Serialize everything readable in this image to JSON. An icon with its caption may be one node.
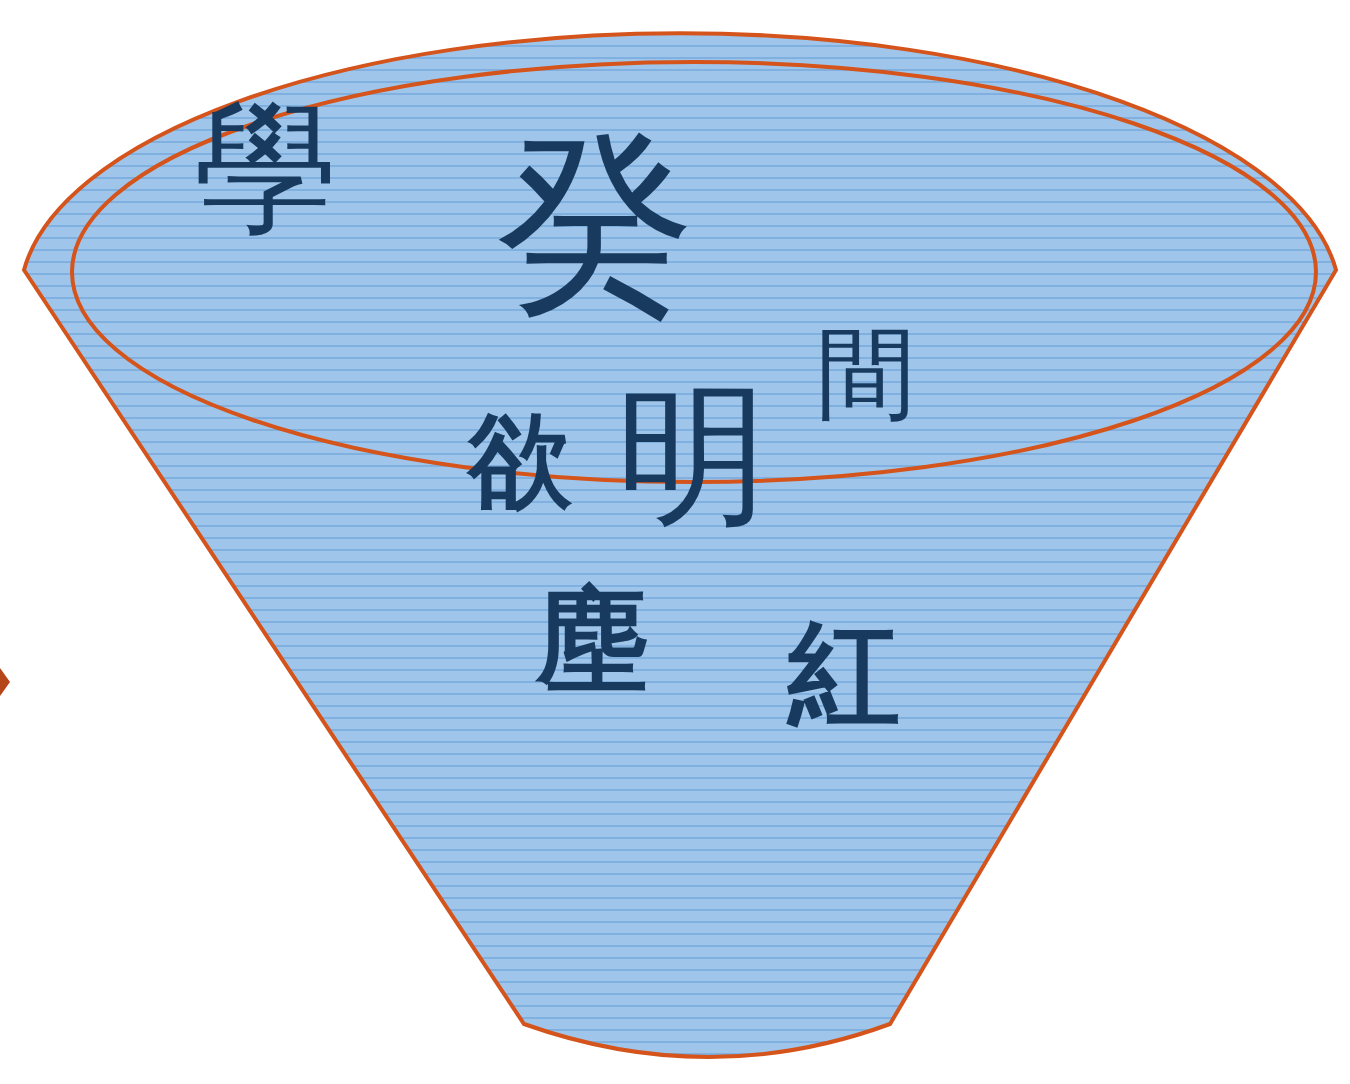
{
  "diagram": {
    "nodes": [
      {
        "text": [
          "塵",
          "紅"
        ]
      },
      {
        "text": [
          "學",
          "癸",
          "間",
          "欲",
          "明"
        ],
        "in": 0
      }
    ]
  }
}
